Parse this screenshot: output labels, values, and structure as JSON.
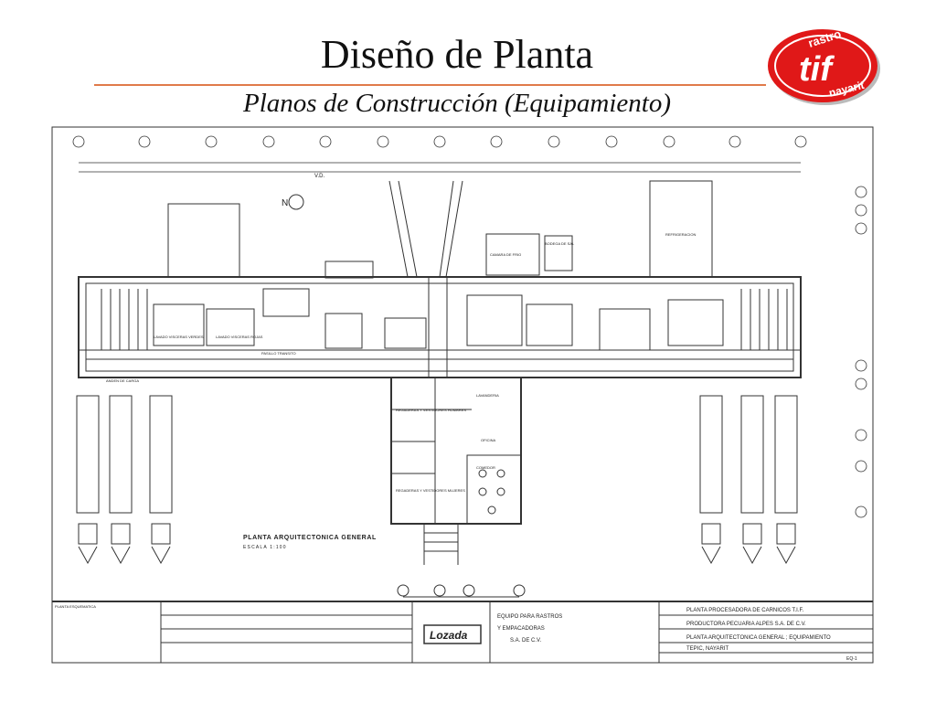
{
  "slide": {
    "title": "Diseño de Planta",
    "subtitle": "Planos de Construcción (Equipamiento)"
  },
  "logo": {
    "top_text": "rastro",
    "mid_text": "tif",
    "bottom_text": "nayarit",
    "color": "#e01818"
  },
  "blueprint": {
    "plan_title": "PLANTA ARQUITECTONICA GENERAL",
    "plan_scale": "ESCALA 1:100",
    "north_letter": "N",
    "orientation_label": "V.D.",
    "title_block": {
      "left_header": "PLANTA ESQUEMATICA",
      "brand": "Lozada",
      "company_lines": [
        "EQUIPO PARA RASTROS",
        "Y EMPACADORAS",
        "S.A. DE C.V."
      ],
      "project_lines": [
        "PLANTA PROCESADORA DE CARNICOS T.I.F.",
        "PRODUCTORA PECUARIA ALPES S.A. DE C.V.",
        "PLANTA ARQUITECTONICA GENERAL ; EQUIPAMIENTO",
        "TEPIC, NAYARIT"
      ],
      "sheet_number": "EQ-1"
    },
    "room_labels": [
      "LAVADO VISCERAS ROJAS",
      "LAVADO VISCERAS VERDES",
      "PASILLO TRANSITO",
      "ANDEN DE CARGA",
      "LAVANDERIA",
      "REGADERAS Y VESTIDORES HOMBRES",
      "REGADERAS Y VESTIDORES MUJERES",
      "OFICINA",
      "COMEDOR",
      "CAMARA DE FRIO",
      "BODEGA DE SAL",
      "REFRIGERACION"
    ]
  }
}
